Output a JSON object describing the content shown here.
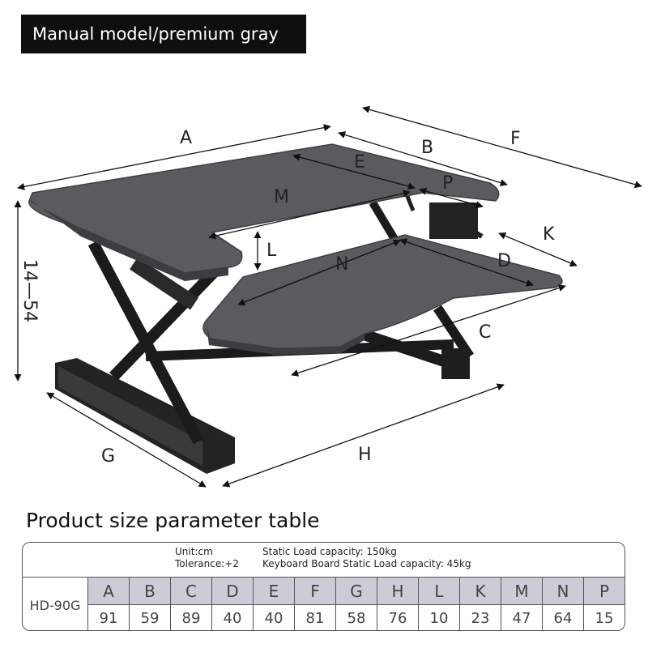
{
  "banner": {
    "text": "Manual model/premium gray"
  },
  "dimension_labels": {
    "A": "A",
    "B": "B",
    "F": "F",
    "E": "E",
    "P": "P",
    "M": "M",
    "K": "K",
    "L": "L",
    "N": "N",
    "D": "D",
    "C": "C",
    "G": "G",
    "H": "H",
    "height": "14—54"
  },
  "section_title": "Product size parameter table",
  "table": {
    "unit": "Unit:cm",
    "tolerance": "Tolerance:+2",
    "static_load": "Static Load capacity: 150kg",
    "keyboard_load": "Keyboard Board Static Load capacity: 45kg",
    "model": "HD-90G",
    "columns": [
      {
        "key": "A",
        "value": "91"
      },
      {
        "key": "B",
        "value": "59"
      },
      {
        "key": "C",
        "value": "89"
      },
      {
        "key": "D",
        "value": "40"
      },
      {
        "key": "E",
        "value": "40"
      },
      {
        "key": "F",
        "value": "81"
      },
      {
        "key": "G",
        "value": "58"
      },
      {
        "key": "H",
        "value": "76"
      },
      {
        "key": "L",
        "value": "10"
      },
      {
        "key": "K",
        "value": "23"
      },
      {
        "key": "M",
        "value": "47"
      },
      {
        "key": "N",
        "value": "64"
      },
      {
        "key": "P",
        "value": "15"
      }
    ]
  },
  "colors": {
    "desk_top": "#5a5b5e",
    "frame": "#1a1a1a",
    "header_cell": "#ccccd6",
    "banner": "#0f0f0f"
  }
}
